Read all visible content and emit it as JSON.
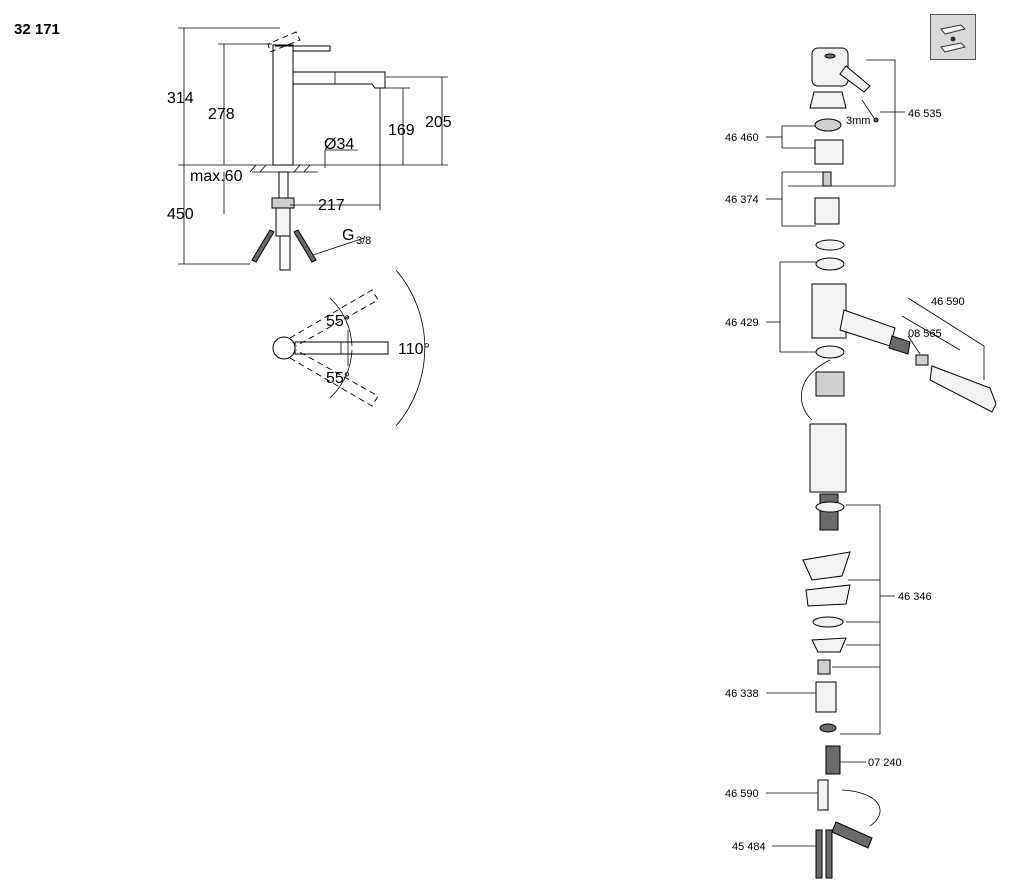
{
  "header": {
    "model_number": "32 171"
  },
  "front_view": {
    "dimensions": {
      "total_height": "314",
      "spout_top_height": "278",
      "spout_outlet_height": "205",
      "outlet_clearance": "169",
      "base_diameter": "Ø34",
      "max_counter_thickness": "max.60",
      "spout_reach": "217",
      "hose_length": "450",
      "connection_thread": "G",
      "connection_thread_fraction": "3/8"
    }
  },
  "top_view": {
    "angles": {
      "upper": "55°",
      "lower": "55°",
      "total": "110°"
    }
  },
  "parts": [
    {
      "number": "46 535"
    },
    {
      "number": "46 460"
    },
    {
      "number": "46 374"
    },
    {
      "number": "46 590"
    },
    {
      "number": "08 565"
    },
    {
      "number": "46 429"
    },
    {
      "number": "46 346"
    },
    {
      "number": "46 338"
    },
    {
      "number": "07 240"
    },
    {
      "number": "46 590"
    },
    {
      "number": "45 484"
    }
  ],
  "callouts": {
    "hex_key": "3mm"
  },
  "icon": "mixer-lever-icon"
}
